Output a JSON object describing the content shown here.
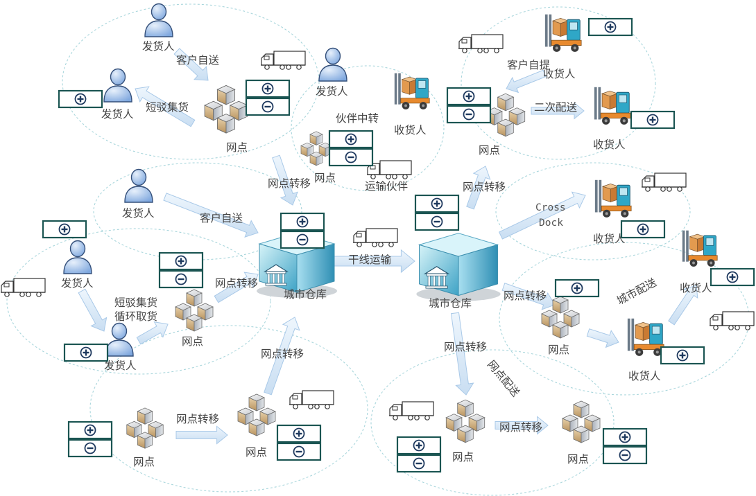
{
  "colors": {
    "arrow_fill": "#d8e9f7",
    "arrow_stroke": "#a9c9e8",
    "cloud": "#a9d6dc",
    "control_border": "#1b5552",
    "control_symbol": "#1f3a5f",
    "person": "#7ea7de",
    "box": "#d2b48c",
    "warehouse": "#48a9c9"
  },
  "icons": {
    "person": "person-icon",
    "box": "box-stack-icon",
    "truck": "truck-icon",
    "forklift": "forklift-icon",
    "warehouse": "warehouse-icon",
    "expand": "plus-icon",
    "collapse": "minus-icon"
  },
  "nodes": {
    "shipper": "发货人",
    "receiver": "收货人",
    "outlet": "网点",
    "city_warehouse": "城市仓库",
    "transport_partner": "运输伙伴"
  },
  "flows": {
    "customer_dropoff": "客户自送",
    "short_haul": "短驳集货",
    "short_haul_2": "短驳集货",
    "milk_run": "循环取货",
    "partner_transfer": "伙伴中转",
    "outlet_transfer": "网点转移",
    "trunk_line": "干线运输",
    "customer_pickup": "客户自提",
    "secondary_delivery": "二次配送",
    "cross_dock_1": "Cross",
    "cross_dock_2": "Dock",
    "city_delivery": "城市配送",
    "outlet_delivery": "网点配送"
  }
}
